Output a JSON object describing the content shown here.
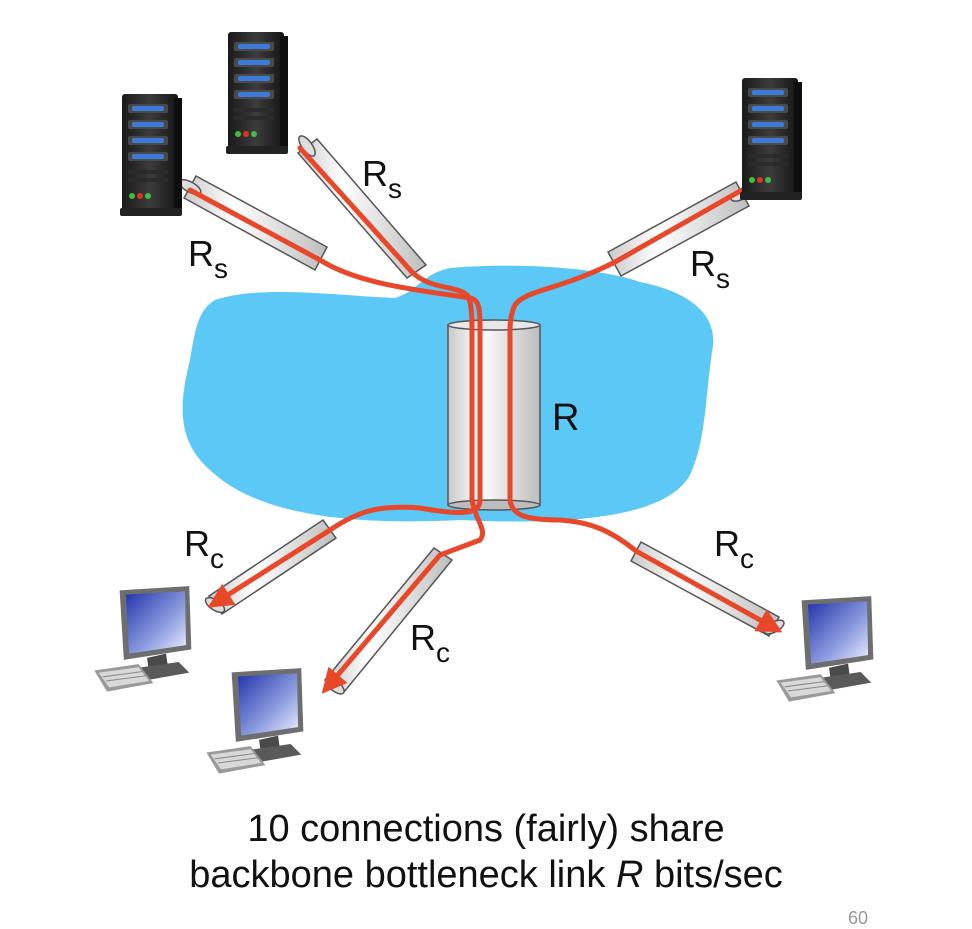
{
  "labels": {
    "server_link": "R",
    "server_link_sub": "s",
    "client_link": "R",
    "client_link_sub": "c",
    "backbone": "R"
  },
  "caption": {
    "line1": "10 connections (fairly) share",
    "line2_prefix": "backbone bottleneck link ",
    "line2_var": "R",
    "line2_suffix": " bits/sec"
  },
  "page_number": "60",
  "colors": {
    "network_cloud": "#5bc8f5",
    "connection_line": "#e8472a",
    "link_pipe": "#f4f4f4"
  },
  "icons": {
    "server": "server-tower-icon",
    "client": "desktop-computer-icon"
  }
}
